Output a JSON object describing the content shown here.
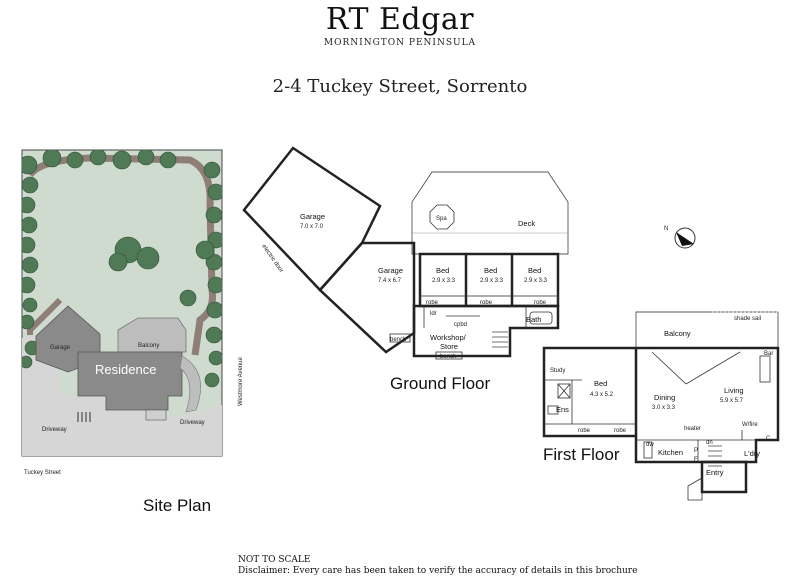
{
  "header": {
    "brand": "RT Edgar",
    "brand_subtitle": "MORNINGTON PENINSULA",
    "address": "2-4 Tuckey Street, Sorrento"
  },
  "plans": {
    "site": "Site Plan",
    "ground": "Ground Floor",
    "first": "First Floor"
  },
  "site_plan": {
    "residence": "Residence",
    "garage": "Garage",
    "balcony": "Balcony",
    "driveway_left": "Driveway",
    "driveway_right": "Driveway",
    "westmore": "Westmore Avenue",
    "tuckey": "Tuckey Street"
  },
  "ground_floor": {
    "garage1": {
      "name": "Garage",
      "dims": "7.0 x 7.0"
    },
    "garage2": {
      "name": "Garage",
      "dims": "7.4 x 6.7"
    },
    "electric_door": "electric door",
    "deck": "Deck",
    "spa": "Spa",
    "bed1": {
      "name": "Bed",
      "dims": "2.9 x 3.3"
    },
    "bed2": {
      "name": "Bed",
      "dims": "2.9 x 3.3"
    },
    "bed3": {
      "name": "Bed",
      "dims": "2.9 x 3.3"
    },
    "robe1": "robe",
    "robe2": "robe",
    "robe3": "robe",
    "ldr": "ldr",
    "cpbd": "cpbd",
    "bath": "Bath",
    "workshop": "Workshop/",
    "store": "Store",
    "bench1": "bench",
    "bench2": "bench"
  },
  "first_floor": {
    "balcony": "Balcony",
    "shade_sail": "shade sail",
    "bar": "Bar",
    "study": "Study",
    "bed": {
      "name": "Bed",
      "dims": "4.3 x 5.2"
    },
    "ens": "Ens",
    "robe1": "robe",
    "robe2": "robe",
    "dining": {
      "name": "Dining",
      "dims": "3.0 x 3.3"
    },
    "living": {
      "name": "Living",
      "dims": "5.9 x 5.7"
    },
    "heater": "heater",
    "wfire": "W/fire",
    "dw": "dw",
    "dn": "dn",
    "kitchen": "Kitchen",
    "p": "P",
    "f": "F",
    "c": "C",
    "ldry": "L'dry",
    "entry": "Entry"
  },
  "compass": "N",
  "footer": {
    "not_to_scale": "NOT TO SCALE",
    "disclaimer": "Disclaimer: Every care has been taken to verify the accuracy of details in this brochure"
  },
  "colors": {
    "tree": "#4f7a55",
    "tree_dark": "#2f4f36",
    "lawn": "#cdd9cc",
    "path": "#8e7e76",
    "roof": "#8a8a8a",
    "roof_light": "#bdbdbd",
    "paving": "#d6d6d6"
  }
}
